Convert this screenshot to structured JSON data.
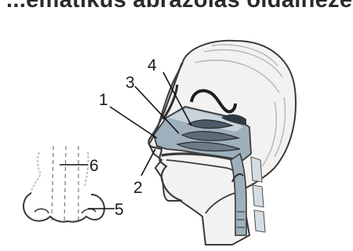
{
  "caption": "...ématikus ábrázolás oldalnézetből...",
  "labels": {
    "l1": "1",
    "l2": "2",
    "l3": "3",
    "l4": "4",
    "l5": "5",
    "l6": "6"
  },
  "colors": {
    "outline": "#3a3a3a",
    "skin": "#f4f4f4",
    "hair": "#b8b8b8",
    "cavity": "#9fb0bd",
    "cavity_dark": "#4b5a66",
    "leader": "#111111"
  }
}
